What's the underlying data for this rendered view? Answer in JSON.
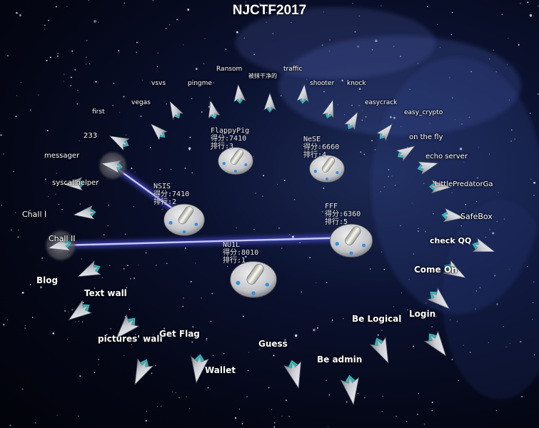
{
  "title": "NJCTF2017",
  "colors": {
    "beam": "#5a5cff",
    "engine": "#34c6c6",
    "ufo_light": "#2f8fe0"
  },
  "challenges": [
    {
      "name": "Ransom",
      "icon": "ship-icon"
    },
    {
      "name": "traffic",
      "icon": "ship-icon"
    },
    {
      "name": "被抹干净的",
      "icon": "ship-icon"
    },
    {
      "name": "vsvs",
      "icon": "ship-icon"
    },
    {
      "name": "pingme",
      "icon": "ship-icon"
    },
    {
      "name": "shooter",
      "icon": "ship-icon"
    },
    {
      "name": "knock",
      "icon": "ship-icon"
    },
    {
      "name": "vegas",
      "icon": "ship-icon"
    },
    {
      "name": "easycrack",
      "icon": "ship-icon"
    },
    {
      "name": "first",
      "icon": "ship-icon"
    },
    {
      "name": "easy_crypto",
      "icon": "ship-icon"
    },
    {
      "name": "233",
      "icon": "ship-icon"
    },
    {
      "name": "on the fly",
      "icon": "ship-icon"
    },
    {
      "name": "messager",
      "icon": "ship-icon"
    },
    {
      "name": "echo server",
      "icon": "ship-icon"
    },
    {
      "name": "syscallhelper",
      "icon": "ship-icon"
    },
    {
      "name": "LittlePredatorGa",
      "icon": "ship-icon"
    },
    {
      "name": "Chall I",
      "icon": "ship-icon"
    },
    {
      "name": "SafeBox",
      "icon": "ship-icon"
    },
    {
      "name": "Chall II",
      "icon": "ship-icon"
    },
    {
      "name": "check QQ",
      "icon": "ship-icon"
    },
    {
      "name": "Blog",
      "icon": "ship-icon"
    },
    {
      "name": "Come On",
      "icon": "ship-icon"
    },
    {
      "name": "Text wall",
      "icon": "ship-icon"
    },
    {
      "name": "Login",
      "icon": "ship-icon"
    },
    {
      "name": "Be Logical",
      "icon": "ship-icon"
    },
    {
      "name": "pictures' wall",
      "icon": "ship-icon"
    },
    {
      "name": "Get Flag",
      "icon": "ship-icon"
    },
    {
      "name": "Guess",
      "icon": "ship-icon"
    },
    {
      "name": "Be admin",
      "icon": "ship-icon"
    },
    {
      "name": "Wallet",
      "icon": "ship-icon"
    }
  ],
  "teams": [
    {
      "name": "FlappyPig",
      "score_label": "得分:",
      "score": "7410",
      "rank_label": "排行:",
      "rank": "3"
    },
    {
      "name": "NeSE",
      "score_label": "得分:",
      "score": "6660",
      "rank_label": "排行:",
      "rank": "4"
    },
    {
      "name": "NSIS",
      "score_label": "得分:",
      "score": "7410",
      "rank_label": "排行:",
      "rank": "2"
    },
    {
      "name": "FFF",
      "score_label": "得分:",
      "score": "6360",
      "rank_label": "排行:",
      "rank": "5"
    },
    {
      "name": "NU1L",
      "score_label": "得分:",
      "score": "8010",
      "rank_label": "排行:",
      "rank": "1"
    }
  ],
  "attacks": [
    {
      "team": "NSIS",
      "target": "messager"
    },
    {
      "team": "FFF",
      "target": "Chall II"
    }
  ]
}
